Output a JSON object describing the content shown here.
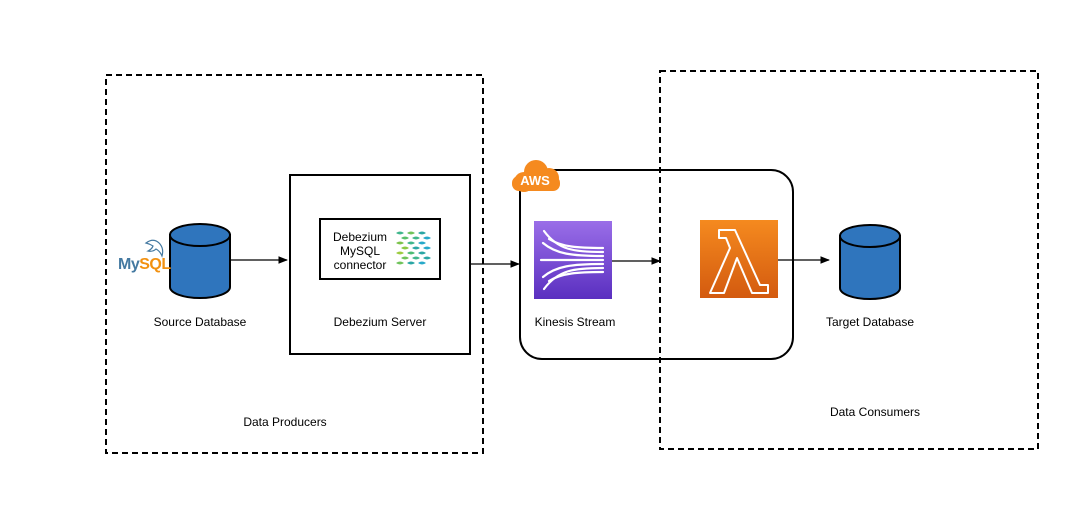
{
  "groups": {
    "producers_label": "Data Producers",
    "consumers_label": "Data Consumers"
  },
  "nodes": {
    "source_db": {
      "label": "Source Database",
      "logo_my": "My",
      "logo_sql": "SQL",
      "icon": "database-cylinder-icon"
    },
    "debezium_server": {
      "label": "Debezium Server"
    },
    "debezium_connector": {
      "line1": "Debezium",
      "line2": "MySQL",
      "line3": "connector",
      "icon": "debezium-logo-icon"
    },
    "aws_cloud": {
      "badge": "AWS",
      "icon": "aws-cloud-icon"
    },
    "kinesis": {
      "label": "Kinesis Stream",
      "icon": "kinesis-stream-icon"
    },
    "lambda": {
      "icon": "lambda-function-icon"
    },
    "target_db": {
      "label": "Target Database",
      "icon": "database-cylinder-icon"
    }
  },
  "edges": [
    {
      "from": "source_db",
      "to": "debezium_server"
    },
    {
      "from": "debezium_server",
      "to": "kinesis"
    },
    {
      "from": "kinesis",
      "to": "lambda"
    },
    {
      "from": "lambda",
      "to": "target_db"
    }
  ],
  "colors": {
    "db_fill": "#2f75bd",
    "kinesis_top": "#9a6ee8",
    "kinesis_bottom": "#5a2fc0",
    "lambda_top": "#f58a1f",
    "lambda_bottom": "#d35a0f",
    "aws_orange": "#f58a1f"
  }
}
